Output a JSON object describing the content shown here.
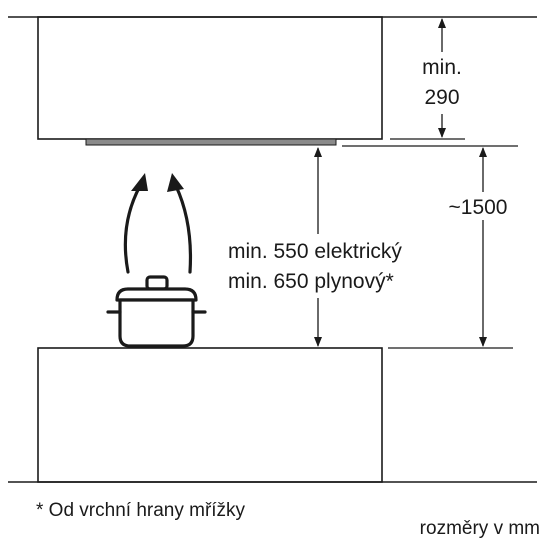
{
  "labels": {
    "top_clearance_line1": "min.",
    "top_clearance_line2": "290",
    "total_height": "~1500",
    "hob_distance_line1": "min. 550 elektrický",
    "hob_distance_line2": "min. 650 plynový*"
  },
  "footnote": "* Od vrchní hrany mřížky",
  "units_note": "rozměry v mm"
}
